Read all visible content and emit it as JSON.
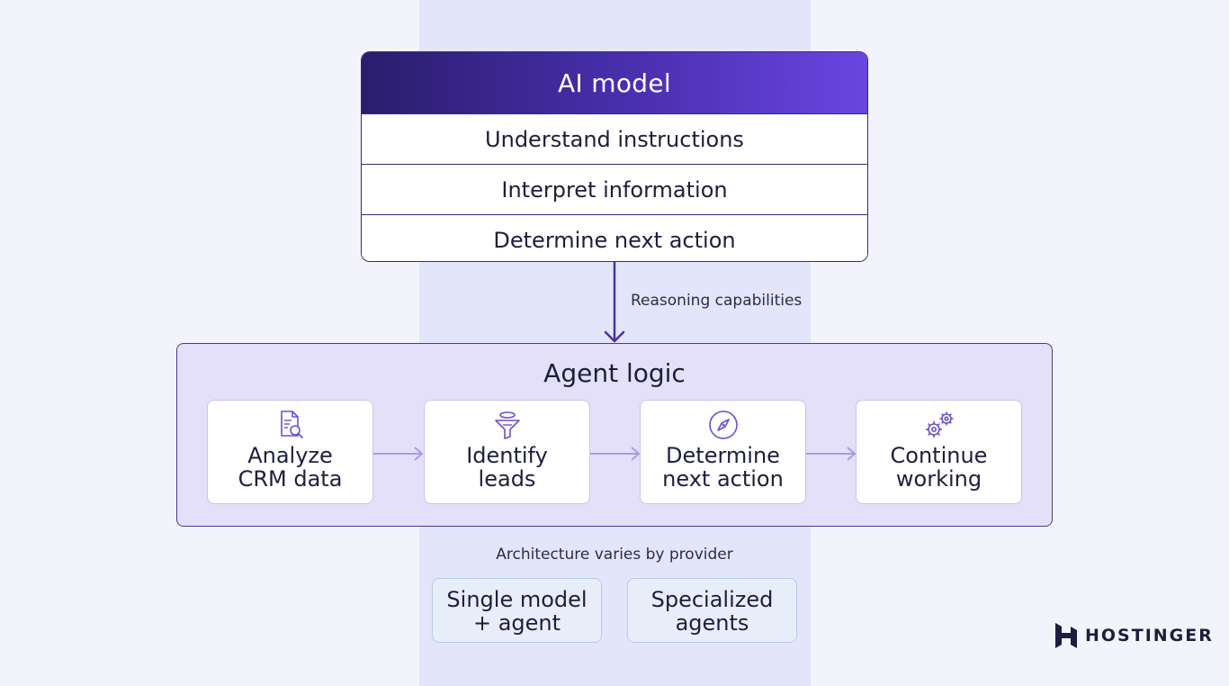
{
  "ai_model": {
    "title": "AI model",
    "rows": [
      "Understand instructions",
      "Interpret information",
      "Determine next action"
    ]
  },
  "connector": {
    "label": "Reasoning capabilities"
  },
  "agent_logic": {
    "title": "Agent logic",
    "steps": [
      {
        "line1": "Analyze",
        "line2": "CRM data",
        "icon": "document-search-icon"
      },
      {
        "line1": "Identify",
        "line2": "leads",
        "icon": "funnel-icon"
      },
      {
        "line1": "Determine",
        "line2": "next action",
        "icon": "compass-icon"
      },
      {
        "line1": "Continue",
        "line2": "working",
        "icon": "gears-icon"
      }
    ]
  },
  "architecture": {
    "label": "Architecture varies by provider",
    "options": [
      {
        "line1": "Single model",
        "line2": "+ agent"
      },
      {
        "line1": "Specialized",
        "line2": "agents"
      }
    ]
  },
  "brand": {
    "name": "HOSTINGER",
    "accent": "#673de6",
    "dark": "#1d1e3d"
  }
}
